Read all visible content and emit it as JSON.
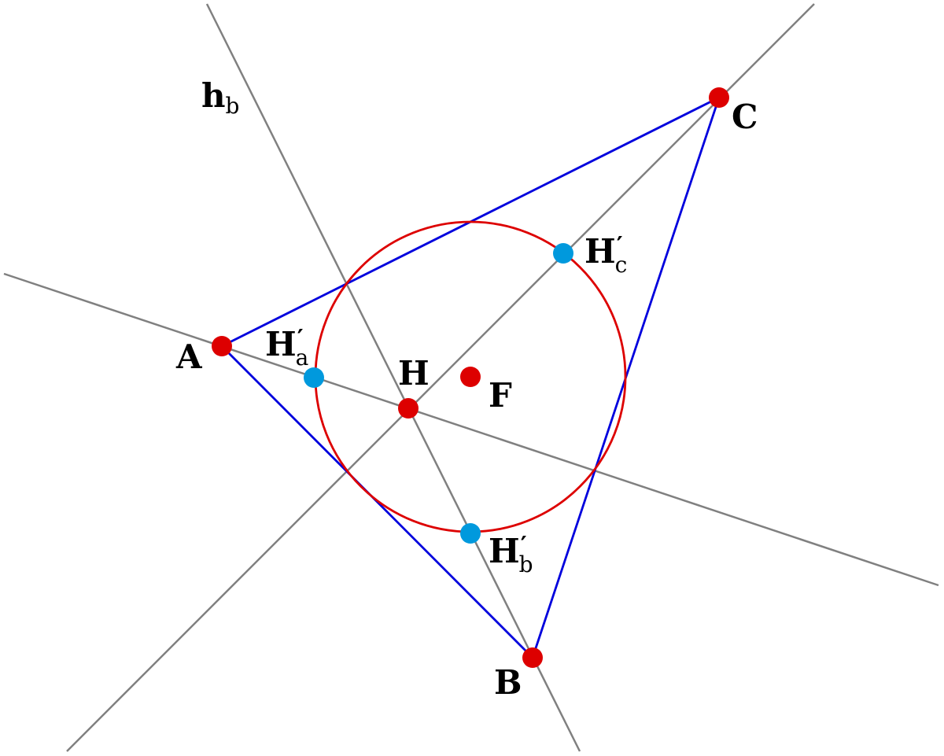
{
  "colors": {
    "background": "#ffffff",
    "line": "#808080",
    "triangle": "#0000dd",
    "circle": "#dd0000",
    "point_red": "#dd0000",
    "point_blue": "#0099dd",
    "text": "#000000"
  },
  "lines": [
    {
      "id": "line-through-A-H",
      "name": "line-a"
    },
    {
      "id": "line-through-H-C",
      "name": "line-c"
    },
    {
      "id": "line-hb",
      "name": "line-hb"
    }
  ],
  "line_label": {
    "main": "h",
    "sub": "b"
  },
  "triangle": {
    "vertices": [
      "A",
      "B",
      "C"
    ]
  },
  "points": {
    "A": {
      "main": "A",
      "sub": "",
      "prime": ""
    },
    "B": {
      "main": "B",
      "sub": "",
      "prime": ""
    },
    "C": {
      "main": "C",
      "sub": "",
      "prime": ""
    },
    "H": {
      "main": "H",
      "sub": "",
      "prime": ""
    },
    "F": {
      "main": "F",
      "sub": "",
      "prime": ""
    },
    "Ha": {
      "main": "H",
      "sub": "a",
      "prime": "′"
    },
    "Hb": {
      "main": "H",
      "sub": "b",
      "prime": "′"
    },
    "Hc": {
      "main": "H",
      "sub": "c",
      "prime": "′"
    }
  }
}
